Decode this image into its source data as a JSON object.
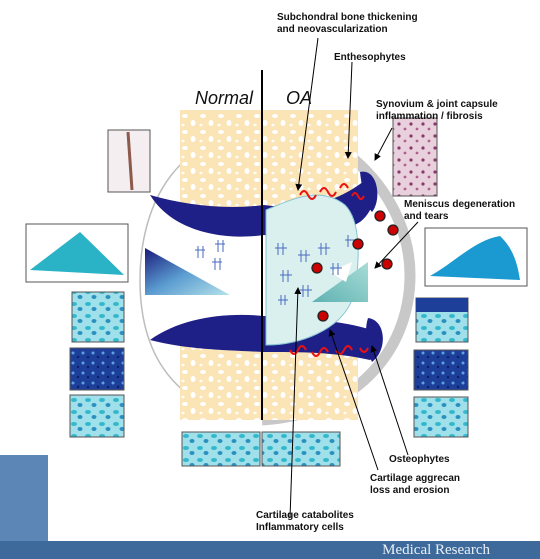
{
  "headers": {
    "normal": "Normal",
    "oa": "OA"
  },
  "labels": {
    "subchondral": "Subchondral bone thickening\nand neovascularization",
    "enthesophytes": "Enthesophytes",
    "synovium": "Synovium & joint capsule\ninflammation / fibrosis",
    "meniscus": "Meniscus degeneration\nand tears",
    "osteophytes": "Osteophytes",
    "aggrecan": "Cartilage aggrecan\nloss and erosion",
    "catabolites": "Cartilage catabolites\nInflammatory cells"
  },
  "footer": {
    "text": "Medical Research"
  },
  "colors": {
    "bone": "#fbe4b6",
    "cartilage": "#1f1f88",
    "meniscus": "#16166e",
    "synovial_fluid": "#d9f0ef",
    "capsule": "#cccccc",
    "inflammatory_dot": "#cc0000",
    "vessel": "#ee1111",
    "footer_band": "#3d6a9a"
  }
}
